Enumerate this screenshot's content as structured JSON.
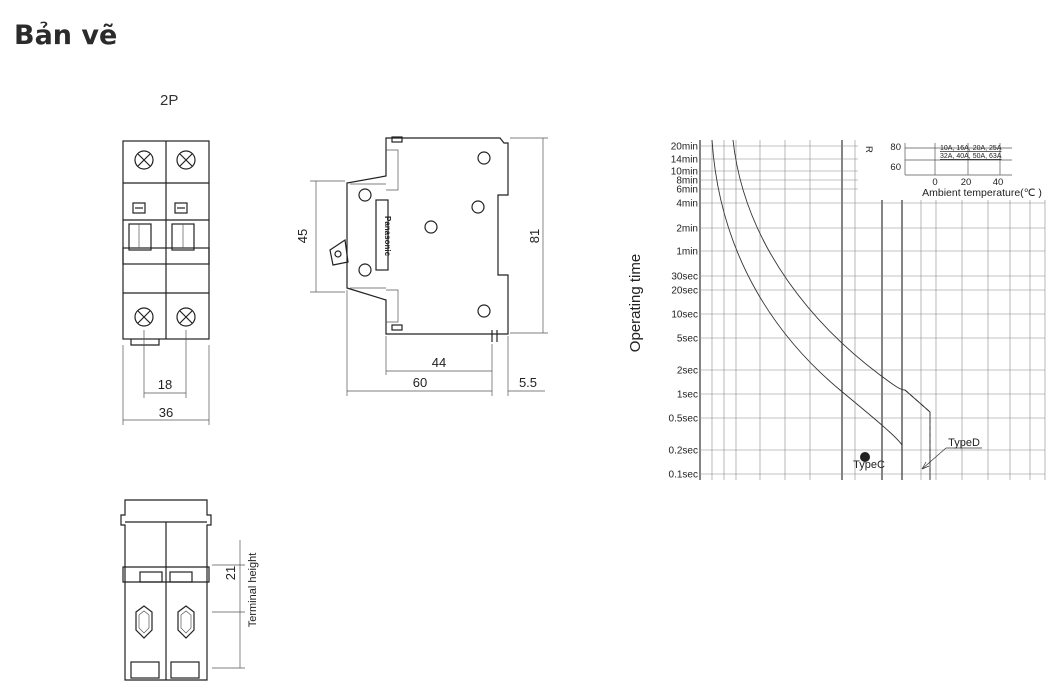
{
  "page": {
    "title": "Bản vẽ",
    "pole_label": "2P"
  },
  "front_view": {
    "dim_pitch": "18",
    "dim_width": "36"
  },
  "side_view": {
    "dim_45": "45",
    "dim_81": "81",
    "dim_44": "44",
    "dim_60": "60",
    "dim_5_5": "5.5",
    "brand": "Panasonic"
  },
  "bottom_view": {
    "dim_21": "21",
    "terminal_label": "Terminal height"
  },
  "trip_curve": {
    "ylabel": "Operating time",
    "y_ticks": [
      "20min",
      "14min",
      "10min",
      "8min",
      "6min",
      "4min",
      "2min",
      "1min",
      "30sec",
      "20sec",
      "10sec",
      "5sec",
      "2sec",
      "1sec",
      "0.5sec",
      "0.2sec",
      "0.1sec"
    ],
    "inset": {
      "r_label": "R",
      "y_ticks": [
        "80",
        "60"
      ],
      "x_ticks": [
        "0",
        "20",
        "40"
      ],
      "xlabel": "Ambient temperature(℃ )",
      "legend": [
        "10A, 16A, 20A, 25A",
        "32A, 40A, 50A, 63A"
      ]
    },
    "curves": [
      "TypeC",
      "TypeD"
    ]
  }
}
